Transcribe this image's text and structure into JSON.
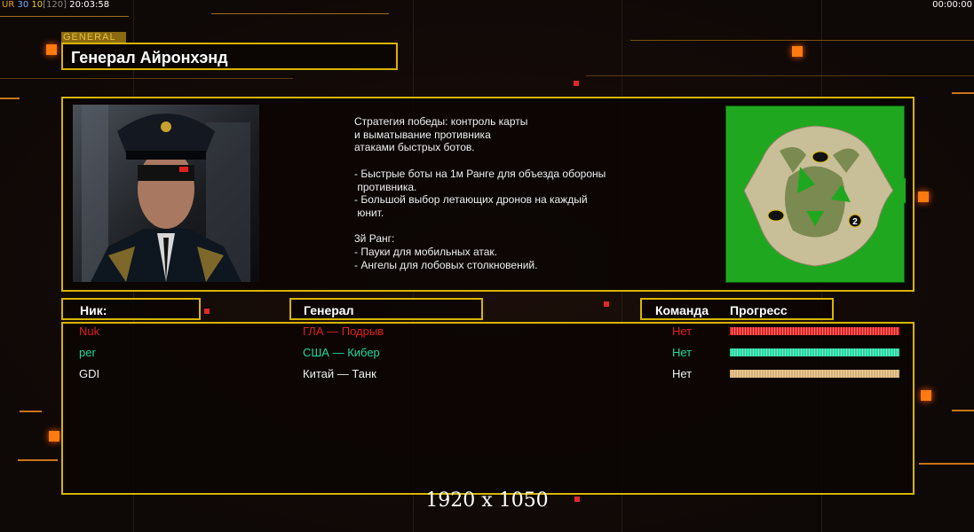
{
  "status_bar": {
    "ur": "UR",
    "v1": "30",
    "v2": "10",
    "v3": "[120]",
    "time": "20:03:58"
  },
  "clock": "00:00:00",
  "general_tag": "GENERAL",
  "title": "Генерал Айронхэнд",
  "description": "Стратегия победы: контроль карты\nи выматывание противника\nатаками быстрых ботов.\n\n- Быстрые боты на 1м Ранге для объезда обороны\n противника.\n- Большой выбор летающих дронов на каждый\n юнит.\n\n3й Ранг:\n- Пауки для мобильных атак.\n- Ангелы для лобовых столкновений.",
  "map_marker": "2",
  "headers": {
    "nick": "Ник:",
    "general": "Генерал",
    "team": "Команда",
    "progress": "Прогресс"
  },
  "players": [
    {
      "nick": "Nuk",
      "general": "ГЛА — Подрыв",
      "team": "Нет",
      "color": "#e02020",
      "progress": 1.0
    },
    {
      "nick": "per",
      "general": "США — Кибер",
      "team": "Нет",
      "color": "#20d8a0",
      "progress": 1.0
    },
    {
      "nick": "GDI",
      "general": "Китай — Танк",
      "team": "Нет",
      "color": "#f0f0f0",
      "progress": 1.0
    }
  ],
  "resolution": "1920 x 1050"
}
